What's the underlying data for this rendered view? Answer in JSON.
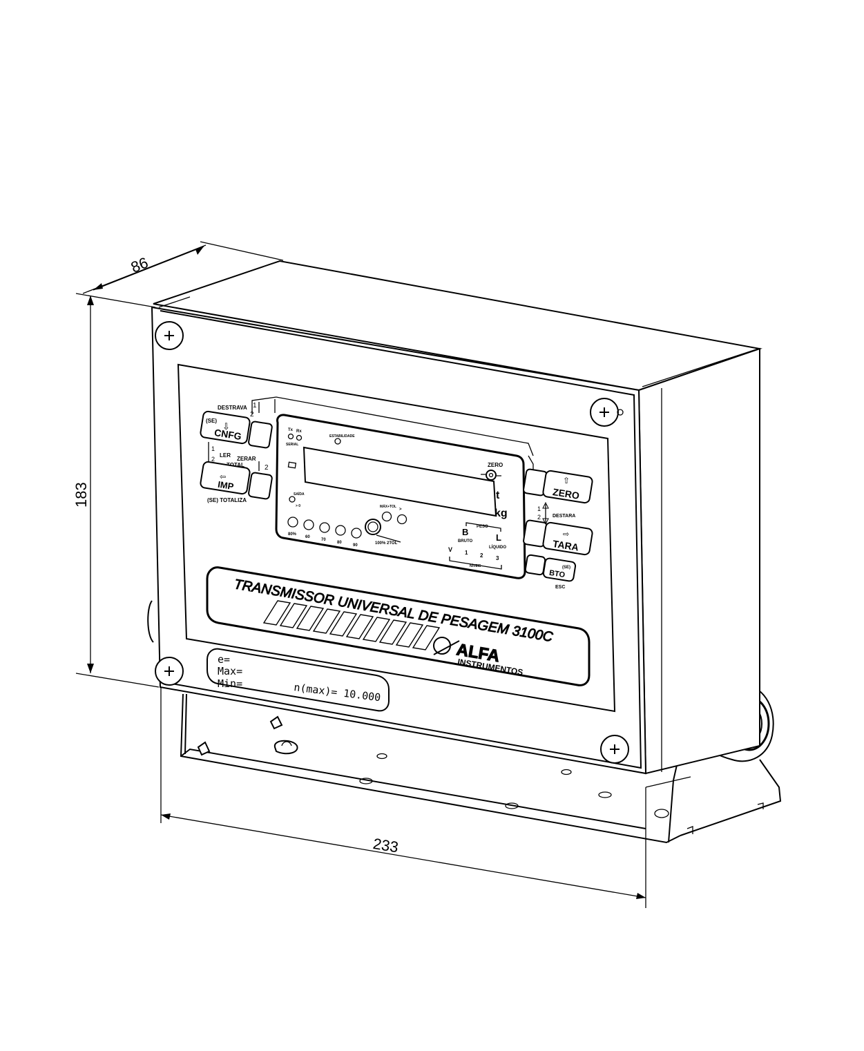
{
  "dimensions": {
    "depth": "86",
    "height": "183",
    "width": "233"
  },
  "left_keys": {
    "top_label": "DESTRAVA",
    "cnfg_prefix": "(SE)",
    "cnfg": "CNFG",
    "mid_label_1": "LER",
    "mid_label_2": "ZERAR",
    "mid_label_3": "TOTAL",
    "imp": "IMP",
    "bottom_label": "(SE) TOTALIZA",
    "num_1": "1",
    "num_2": "2"
  },
  "display": {
    "tx": "Tx",
    "rx": "Rx",
    "serial": "SERIAL",
    "estabilidade": "ESTABILIDADE",
    "saida": "SAÍDA",
    "zero_label": "ZERO",
    "unit_t": "t",
    "unit_kg": "kg",
    "peso": "PESO",
    "bruto_letter": "B",
    "liquido_letter": "L",
    "bruto": "BRUTO",
    "liquido": "LÍQUIDO",
    "v": "V",
    "levels": [
      "1",
      "2",
      "3"
    ],
    "niveis": "NÍVEIS",
    "percents": [
      "80%",
      "60",
      "70",
      "80",
      "90"
    ],
    "full_label": "100% 2TOL",
    "max_label": "MÁX+TOL",
    "over_label": ">",
    "lt": "> 0"
  },
  "right_keys": {
    "zero": "ZERO",
    "destara": "DESTARA",
    "tara": "TARA",
    "bto_prefix": "(SE)",
    "bto": "BTO",
    "esc": "ESC",
    "num_1": "1",
    "num_2": "2"
  },
  "nameplate": {
    "title": "TRANSMISSOR UNIVERSAL DE PESAGEM 3100C",
    "brand": "ALFA",
    "brand_sub": "INSTRUMENTOS"
  },
  "label_plate": {
    "e": "e=",
    "max": "Max=",
    "min": "Min=",
    "nmax": "n(max)= 10.000"
  }
}
